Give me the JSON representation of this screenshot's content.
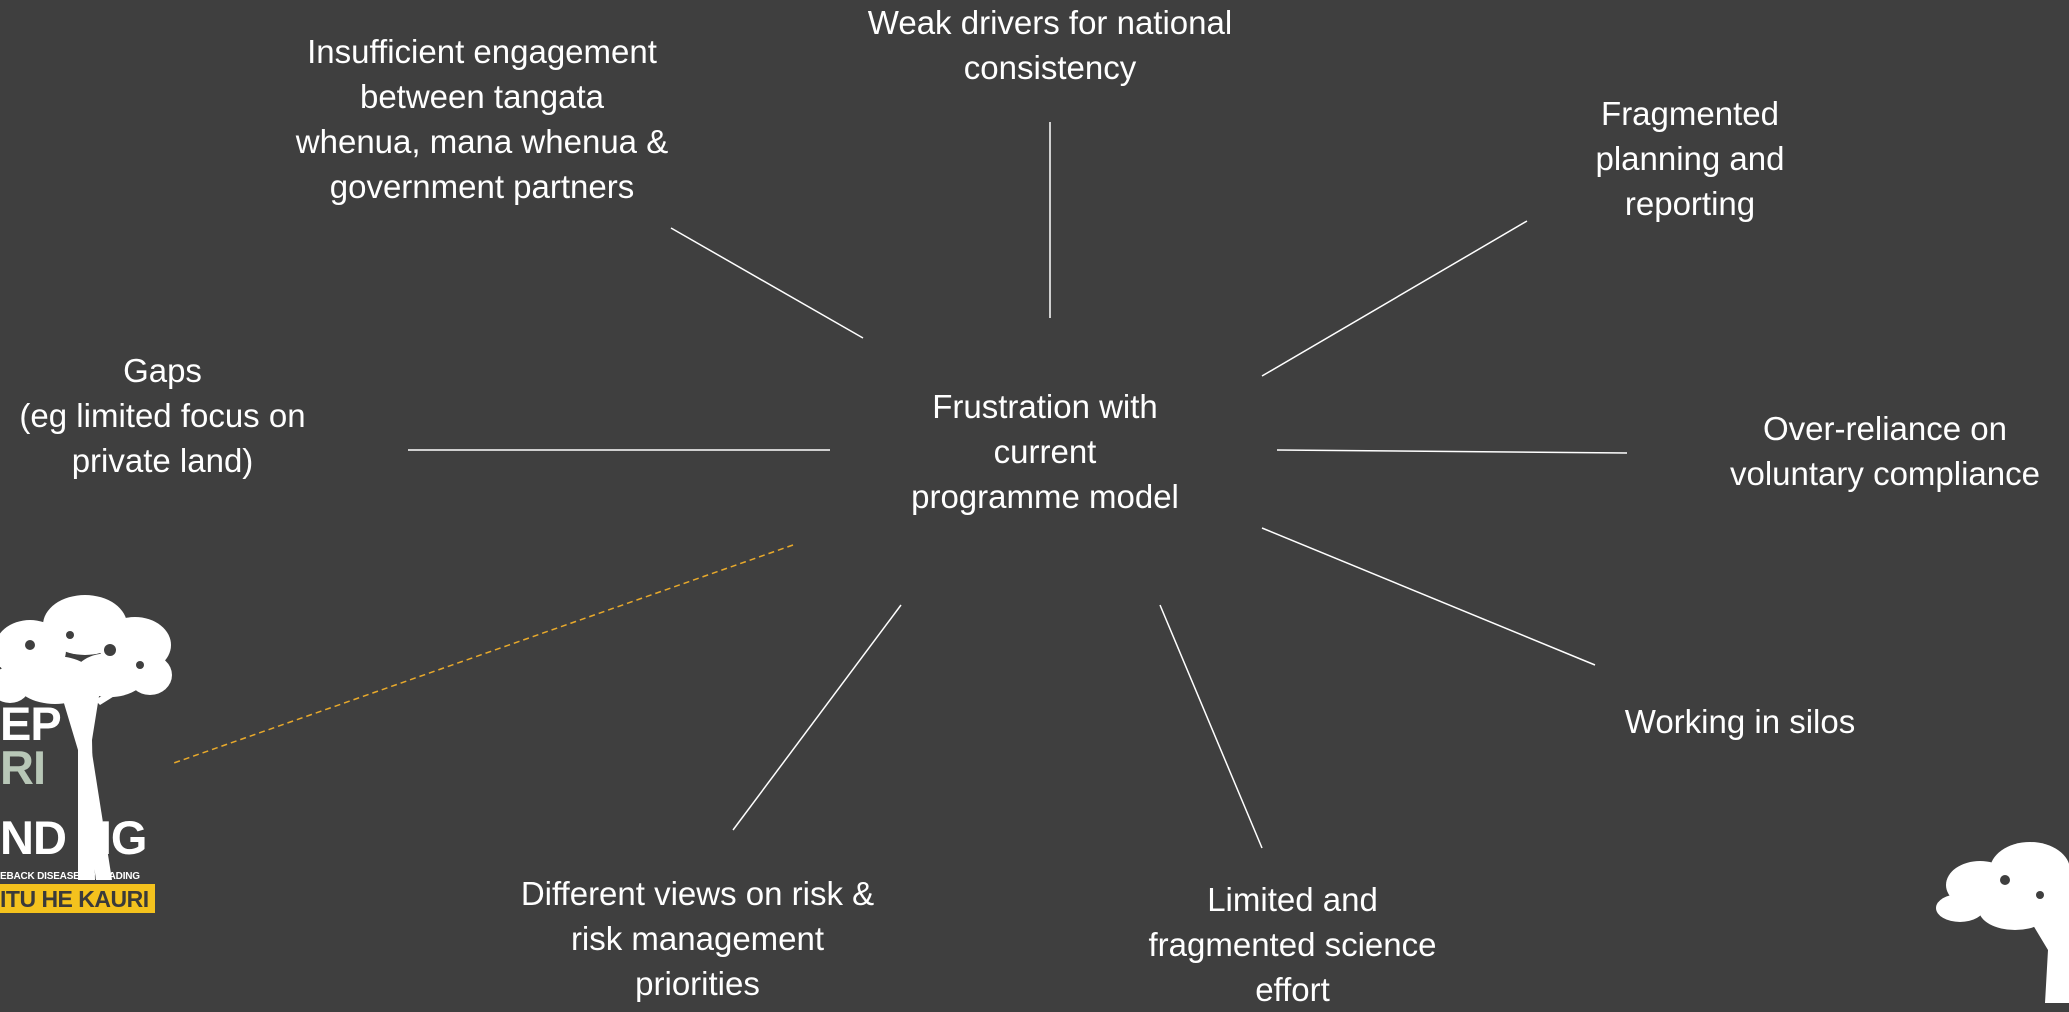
{
  "diagram": {
    "center_label": "Frustration with\ncurrent\nprogramme model",
    "spokes": [
      {
        "label": "Weak drivers for national\nconsistency"
      },
      {
        "label": "Insufficient engagement\nbetween tangata\nwhenua, mana whenua &\ngovernment partners"
      },
      {
        "label": "Fragmented\nplanning and\nreporting"
      },
      {
        "label": "Gaps\n(eg limited focus on\nprivate land)"
      },
      {
        "label": "Over-reliance on\nvoluntary compliance"
      },
      {
        "label": "Working in silos"
      },
      {
        "label": "Different views on risk &\nrisk management\npriorities"
      },
      {
        "label": "Limited and\nfragmented science\neffort"
      }
    ],
    "line_color": "#ffffff",
    "dashed_line_color": "#e8a92b"
  },
  "logo": {
    "words": [
      "EP",
      "RI",
      "ND NG"
    ],
    "tagline": "EBACK DISEASE SPREADING",
    "band_text": "ITU HE KAURI",
    "band_color": "#f4c21d"
  },
  "theme": {
    "background": "#3f3f3f",
    "text_color": "#ffffff"
  }
}
